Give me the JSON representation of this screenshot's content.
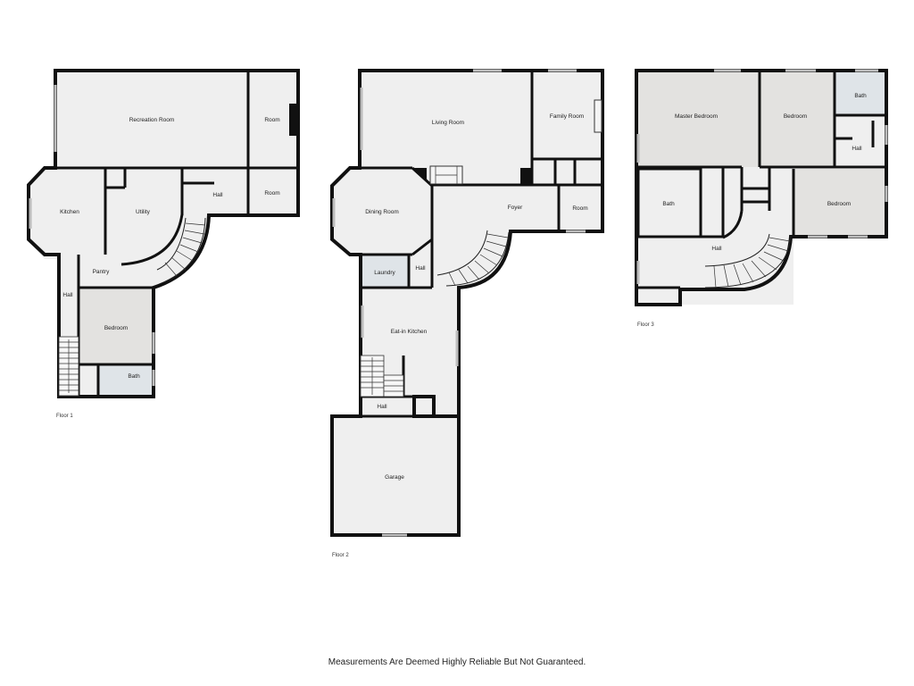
{
  "floors": [
    {
      "label": "Floor 1",
      "rooms": {
        "recreation_room": "Recreation Room",
        "room_a": "Room",
        "room_b": "Room",
        "hall_a": "Hall",
        "kitchen": "Kitchen",
        "utility": "Utility",
        "pantry": "Pantry",
        "hall_b": "Hall",
        "bedroom": "Bedroom",
        "bath": "Bath"
      }
    },
    {
      "label": "Floor 2",
      "rooms": {
        "living_room": "Living Room",
        "family_room": "Family Room",
        "dining_room": "Dining Room",
        "foyer": "Foyer",
        "room": "Room",
        "laundry": "Laundry",
        "hall_a": "Hall",
        "eat_in_kitchen": "Eat-in Kitchen",
        "hall_b": "Hall",
        "garage": "Garage"
      }
    },
    {
      "label": "Floor 3",
      "rooms": {
        "master_bedroom": "Master Bedroom",
        "bedroom_a": "Bedroom",
        "bath_a": "Bath",
        "hall_a": "Hall",
        "bath_b": "Bath",
        "bedroom_b": "Bedroom",
        "hall_b": "Hall"
      }
    }
  ],
  "disclaimer": "Measurements Are Deemed Highly Reliable But Not Guaranteed."
}
